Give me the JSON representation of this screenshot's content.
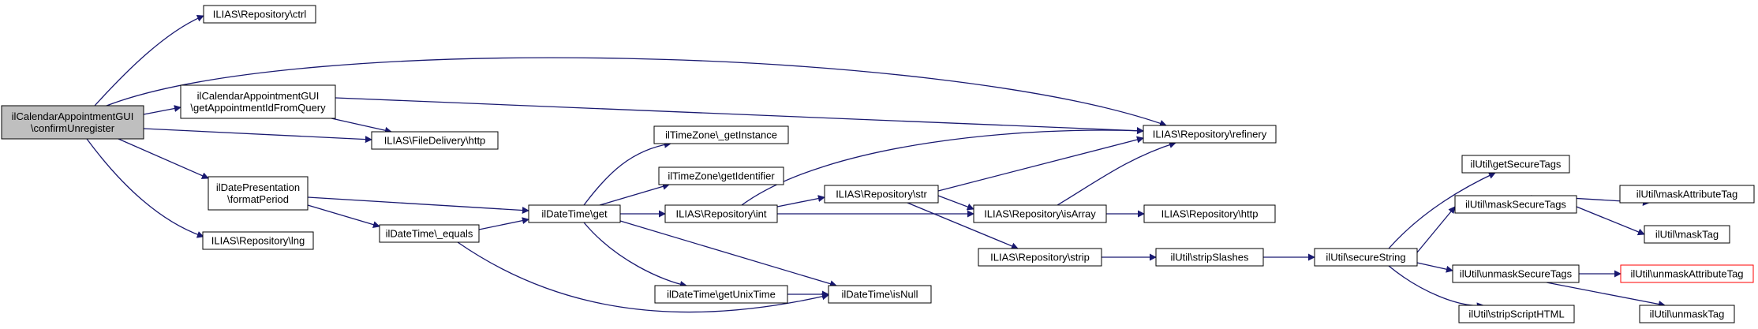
{
  "graph": {
    "colors": {
      "edge": "#191970",
      "root_fill": "#bfbfbf",
      "node_fill": "#ffffff",
      "node_border": "#000000",
      "missing_border": "#ff0000"
    },
    "nodes": [
      {
        "id": "root",
        "lines": [
          "ilCalendarAppointmentGUI",
          "\\confirmUnregister"
        ],
        "style": "root"
      },
      {
        "id": "repo_ctrl",
        "lines": [
          "ILIAS\\Repository\\ctrl"
        ]
      },
      {
        "id": "get_appt",
        "lines": [
          "ilCalendarAppointmentGUI",
          "\\getAppointmentIdFromQuery"
        ]
      },
      {
        "id": "file_http",
        "lines": [
          "ILIAS\\FileDelivery\\http"
        ]
      },
      {
        "id": "format_period",
        "lines": [
          "ilDatePresentation",
          "\\formatPeriod"
        ]
      },
      {
        "id": "repo_lng",
        "lines": [
          "ILIAS\\Repository\\lng"
        ]
      },
      {
        "id": "dt_equals",
        "lines": [
          "ilDateTime\\_equals"
        ]
      },
      {
        "id": "dt_get",
        "lines": [
          "ilDateTime\\get"
        ]
      },
      {
        "id": "tz_getinstance",
        "lines": [
          "ilTimeZone\\_getInstance"
        ]
      },
      {
        "id": "tz_getidentifier",
        "lines": [
          "ilTimeZone\\getIdentifier"
        ]
      },
      {
        "id": "repo_int",
        "lines": [
          "ILIAS\\Repository\\int"
        ]
      },
      {
        "id": "dt_unixtime",
        "lines": [
          "ilDateTime\\getUnixTime"
        ]
      },
      {
        "id": "dt_isnull",
        "lines": [
          "ilDateTime\\isNull"
        ]
      },
      {
        "id": "repo_str",
        "lines": [
          "ILIAS\\Repository\\str"
        ]
      },
      {
        "id": "repo_refinery",
        "lines": [
          "ILIAS\\Repository\\refinery"
        ]
      },
      {
        "id": "repo_isarray",
        "lines": [
          "ILIAS\\Repository\\isArray"
        ]
      },
      {
        "id": "repo_http",
        "lines": [
          "ILIAS\\Repository\\http"
        ]
      },
      {
        "id": "repo_strip",
        "lines": [
          "ILIAS\\Repository\\strip"
        ]
      },
      {
        "id": "util_stripslashes",
        "lines": [
          "ilUtil\\stripSlashes"
        ]
      },
      {
        "id": "util_securestring",
        "lines": [
          "ilUtil\\secureString"
        ]
      },
      {
        "id": "util_getsecuretags",
        "lines": [
          "ilUtil\\getSecureTags"
        ]
      },
      {
        "id": "util_masksecuretags",
        "lines": [
          "ilUtil\\maskSecureTags"
        ]
      },
      {
        "id": "util_unmasksecuretags",
        "lines": [
          "ilUtil\\unmaskSecureTags"
        ]
      },
      {
        "id": "util_stripscripthtml",
        "lines": [
          "ilUtil\\stripScriptHTML"
        ]
      },
      {
        "id": "util_maskattributetag",
        "lines": [
          "ilUtil\\maskAttributeTag"
        ]
      },
      {
        "id": "util_masktag",
        "lines": [
          "ilUtil\\maskTag"
        ]
      },
      {
        "id": "util_unmaskattributetag",
        "lines": [
          "ilUtil\\unmaskAttributeTag"
        ],
        "style": "missing"
      },
      {
        "id": "util_unmasktag",
        "lines": [
          "ilUtil\\unmaskTag"
        ]
      }
    ],
    "edges": [
      {
        "from": "root",
        "to": "repo_ctrl"
      },
      {
        "from": "root",
        "to": "repo_refinery"
      },
      {
        "from": "root",
        "to": "get_appt"
      },
      {
        "from": "root",
        "to": "file_http"
      },
      {
        "from": "root",
        "to": "format_period"
      },
      {
        "from": "root",
        "to": "repo_lng"
      },
      {
        "from": "get_appt",
        "to": "repo_refinery"
      },
      {
        "from": "get_appt",
        "to": "file_http"
      },
      {
        "from": "format_period",
        "to": "dt_get"
      },
      {
        "from": "format_period",
        "to": "dt_equals"
      },
      {
        "from": "dt_equals",
        "to": "dt_get"
      },
      {
        "from": "dt_equals",
        "to": "dt_isnull"
      },
      {
        "from": "dt_get",
        "to": "tz_getinstance"
      },
      {
        "from": "dt_get",
        "to": "tz_getidentifier"
      },
      {
        "from": "dt_get",
        "to": "repo_int"
      },
      {
        "from": "dt_get",
        "to": "dt_unixtime"
      },
      {
        "from": "dt_get",
        "to": "dt_isnull"
      },
      {
        "from": "dt_unixtime",
        "to": "dt_isnull"
      },
      {
        "from": "repo_int",
        "to": "repo_refinery"
      },
      {
        "from": "repo_int",
        "to": "repo_str"
      },
      {
        "from": "repo_int",
        "to": "repo_isarray"
      },
      {
        "from": "repo_str",
        "to": "repo_refinery"
      },
      {
        "from": "repo_str",
        "to": "repo_isarray"
      },
      {
        "from": "repo_str",
        "to": "repo_strip"
      },
      {
        "from": "repo_isarray",
        "to": "repo_refinery"
      },
      {
        "from": "repo_isarray",
        "to": "repo_http"
      },
      {
        "from": "repo_strip",
        "to": "util_stripslashes"
      },
      {
        "from": "util_stripslashes",
        "to": "util_securestring"
      },
      {
        "from": "util_securestring",
        "to": "util_getsecuretags"
      },
      {
        "from": "util_securestring",
        "to": "util_masksecuretags"
      },
      {
        "from": "util_securestring",
        "to": "util_unmasksecuretags"
      },
      {
        "from": "util_securestring",
        "to": "util_stripscripthtml"
      },
      {
        "from": "util_masksecuretags",
        "to": "util_maskattributetag"
      },
      {
        "from": "util_masksecuretags",
        "to": "util_masktag"
      },
      {
        "from": "util_unmasksecuretags",
        "to": "util_unmaskattributetag"
      },
      {
        "from": "util_unmasksecuretags",
        "to": "util_unmasktag"
      }
    ]
  }
}
